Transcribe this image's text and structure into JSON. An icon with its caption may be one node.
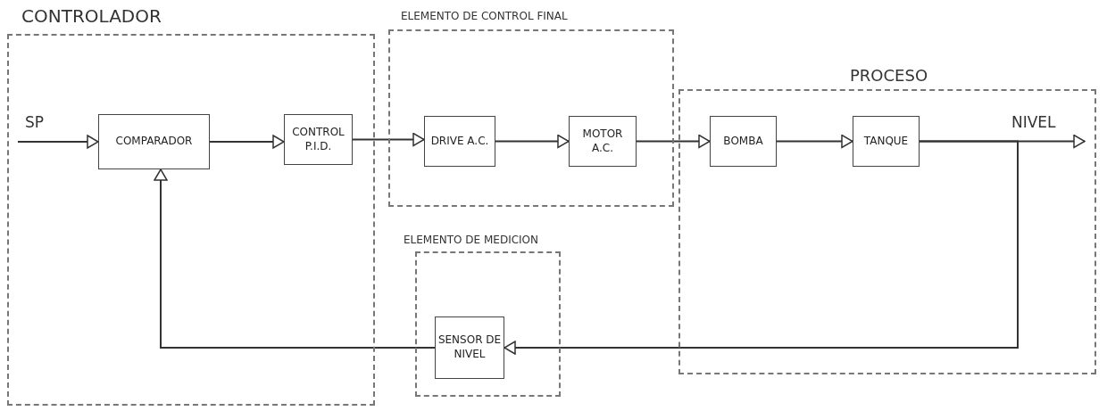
{
  "diagram": {
    "nodes": [
      {
        "text": [
          "CONTROLADOR"
        ]
      },
      {
        "text": [
          "COMPARADOR"
        ],
        "in": 0
      },
      {
        "text": [
          "CONTROL P.I.D."
        ],
        "in": 0
      },
      {
        "text": [
          "ELEMENTO DE CONTROL FINAL"
        ]
      },
      {
        "text": [
          "DRIVE A.C."
        ],
        "in": 3
      },
      {
        "text": [
          "MOTOR A.C."
        ],
        "in": 3
      },
      {
        "text": [
          "PROCESO"
        ]
      },
      {
        "text": [
          "BOMBA"
        ],
        "in": 6
      },
      {
        "text": [
          "TANQUE"
        ],
        "in": 6
      },
      {
        "text": [
          "ELEMENTO DE MEDICION"
        ]
      },
      {
        "text": [
          "SENSOR DE NIVEL"
        ],
        "in": 9
      }
    ],
    "edges": [
      {
        "from": null,
        "to": 1,
        "arrow": "to",
        "label": "SP"
      },
      {
        "from": 1,
        "to": 2,
        "arrow": "to"
      },
      {
        "from": 2,
        "to": 4,
        "arrow": "to"
      },
      {
        "from": 4,
        "to": 5,
        "arrow": "to"
      },
      {
        "from": 5,
        "to": 7,
        "arrow": "to"
      },
      {
        "from": 7,
        "to": 8,
        "arrow": "to"
      },
      {
        "from": 8,
        "to": null,
        "arrow": "to",
        "label": "NIVEL"
      },
      {
        "from": 8,
        "to": 10,
        "arrow": "to"
      },
      {
        "from": 10,
        "to": 1,
        "arrow": "to"
      }
    ]
  }
}
